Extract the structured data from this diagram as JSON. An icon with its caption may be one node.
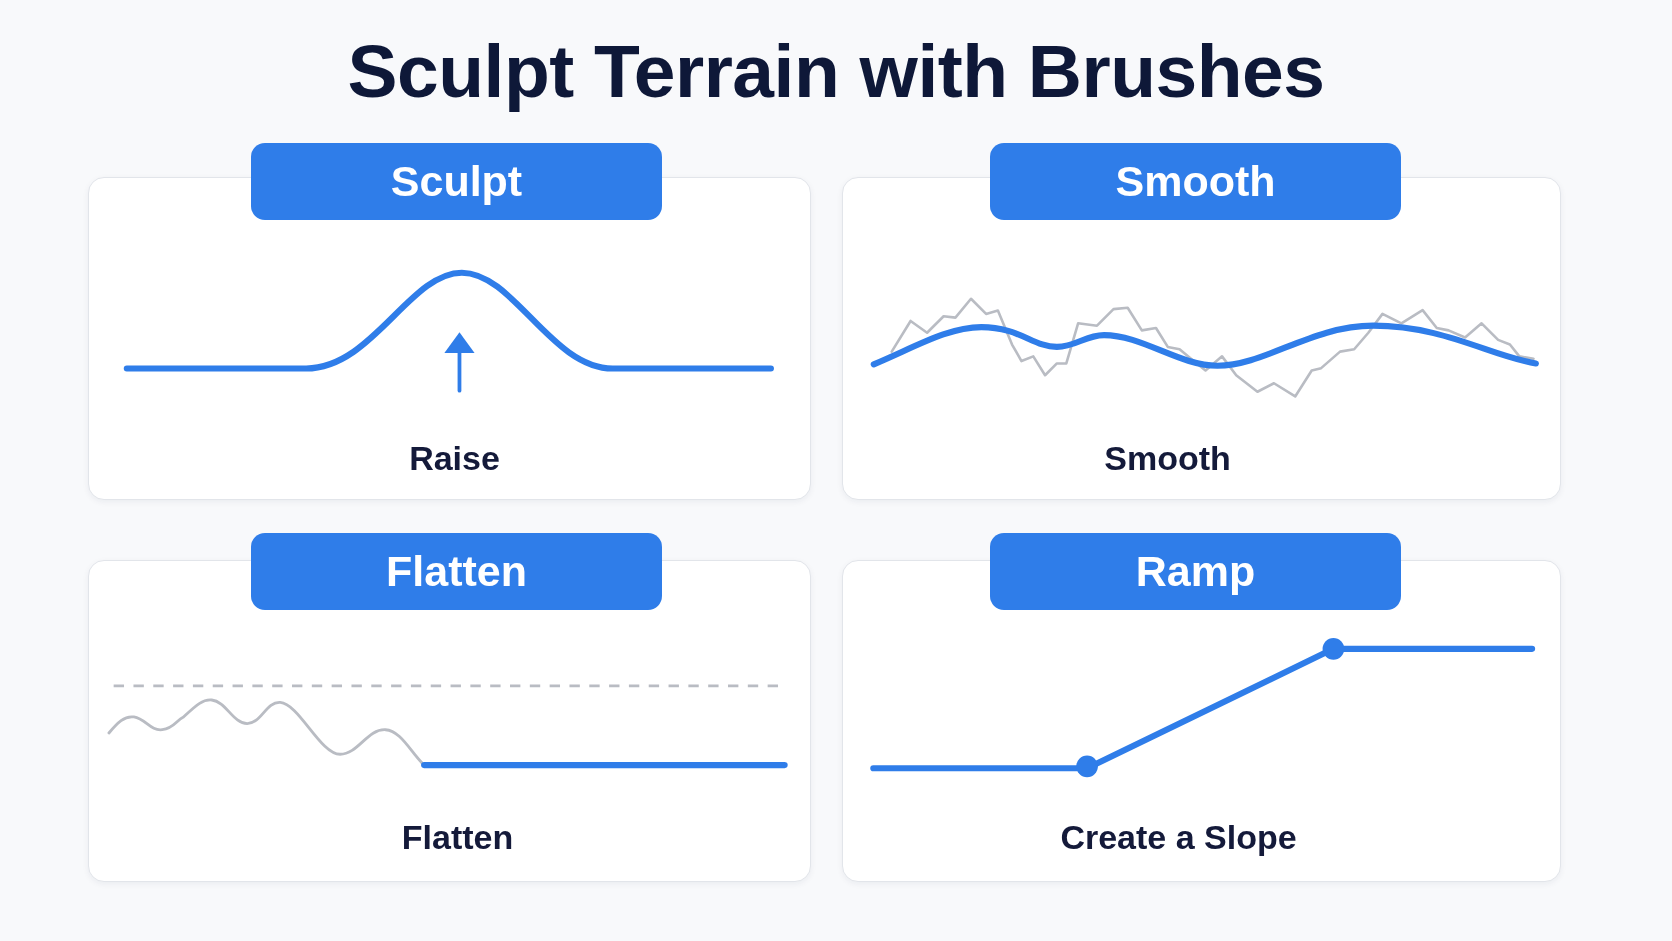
{
  "diagram": {
    "title": "Sculpt Terrain with Brushes",
    "nodes": [
      {
        "text": [
          "Sculpt",
          "Raise"
        ]
      },
      {
        "text": [
          "Smooth",
          "Smooth"
        ]
      },
      {
        "text": [
          "Flatten",
          "Flatten"
        ]
      },
      {
        "text": [
          "Ramp",
          "Create a Slope"
        ]
      }
    ]
  }
}
